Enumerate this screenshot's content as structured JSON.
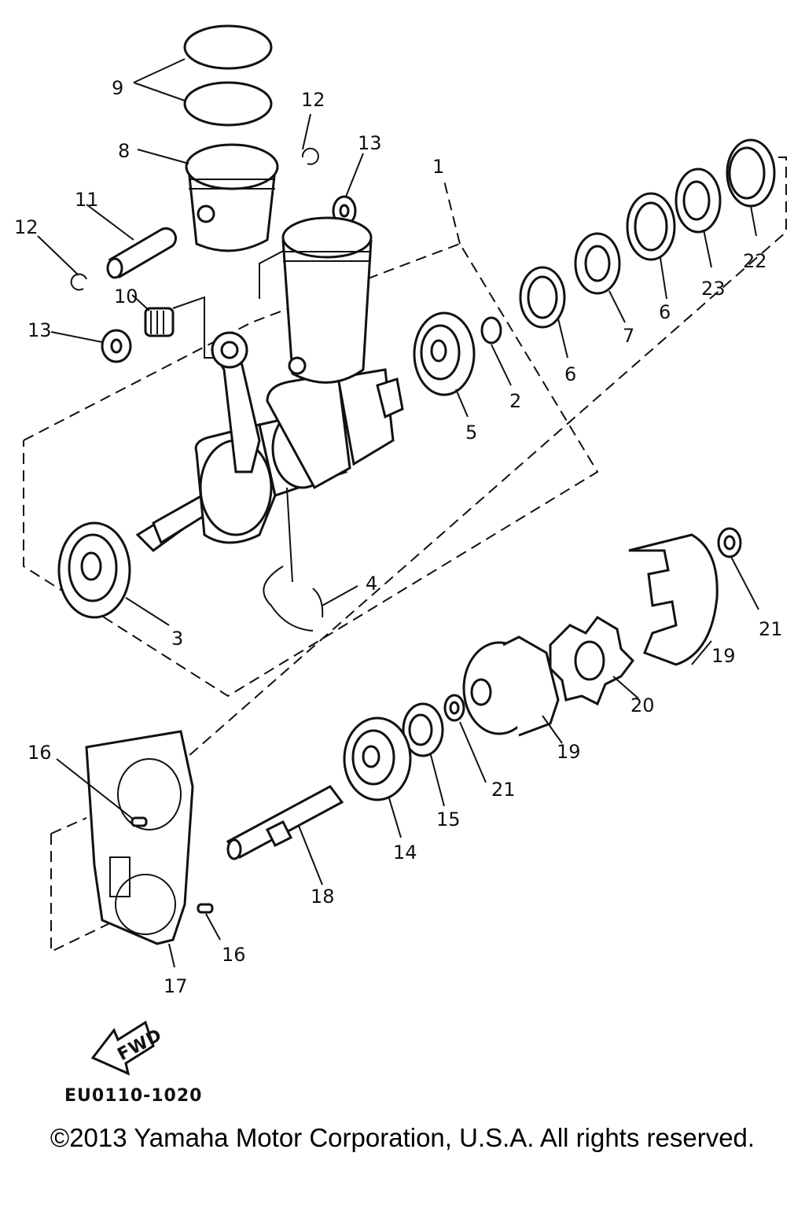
{
  "callouts": [
    "1",
    "2",
    "3",
    "4",
    "5",
    "6",
    "6",
    "7",
    "8",
    "9",
    "10",
    "11",
    "12",
    "12",
    "13",
    "13",
    "14",
    "15",
    "16",
    "16",
    "17",
    "18",
    "19",
    "19",
    "20",
    "21",
    "21",
    "22",
    "23"
  ],
  "fwd_label": "FWD",
  "diagram_code": "EU0110-1020",
  "copyright": "©2013 Yamaha Motor Corporation, U.S.A. All rights reserved."
}
